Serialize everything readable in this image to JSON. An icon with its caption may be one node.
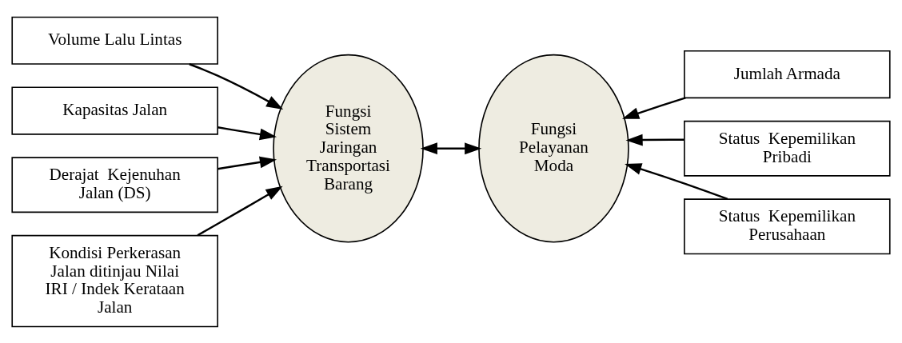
{
  "diagram": {
    "nodes": [
      {
        "text": [
          "Volume Lalu Lintas"
        ]
      },
      {
        "text": [
          "Kapasitas Jalan"
        ]
      },
      {
        "text": [
          "Derajat  Kejenuhan Jalan (DS)"
        ]
      },
      {
        "text": [
          "Kondisi Perkerasan Jalan ditinjau Nilai IRI / Indek Kerataan Jalan"
        ]
      },
      {
        "text": [
          "Fungsi Sistem Jaringan Transportasi Barang"
        ]
      },
      {
        "text": [
          "Fungsi Pelayanan Moda"
        ]
      },
      {
        "text": [
          "Jumlah Armada"
        ]
      },
      {
        "text": [
          "Status  Kepemilikan Pribadi"
        ]
      },
      {
        "text": [
          "Status  Kepemilikan Perusahaan"
        ]
      }
    ],
    "edges": [
      {
        "from": 0,
        "to": 4,
        "arrow": "to"
      },
      {
        "from": 1,
        "to": 4,
        "arrow": "to"
      },
      {
        "from": 2,
        "to": 4,
        "arrow": "to"
      },
      {
        "from": 3,
        "to": 4,
        "arrow": "to"
      },
      {
        "from": 4,
        "to": 5,
        "arrow": "both"
      },
      {
        "from": 6,
        "to": 5,
        "arrow": "to"
      },
      {
        "from": 7,
        "to": 5,
        "arrow": "to"
      },
      {
        "from": 8,
        "to": 5,
        "arrow": "to"
      }
    ]
  }
}
